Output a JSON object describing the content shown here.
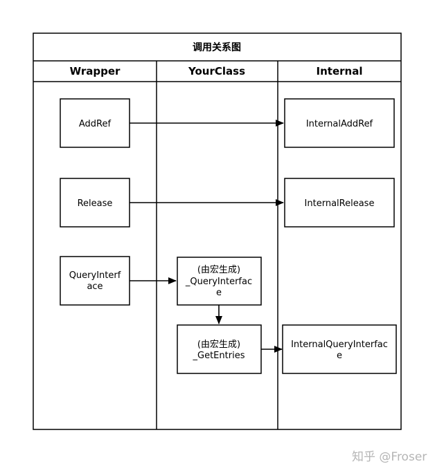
{
  "diagram": {
    "title": "调用关系图",
    "lanes": [
      "Wrapper",
      "YourClass",
      "Internal"
    ],
    "nodes": {
      "addref": [
        "AddRef"
      ],
      "release": [
        "Release"
      ],
      "queryinterface": [
        "QueryInterf",
        "ace"
      ],
      "macro_queryinterface": [
        "(由宏生成)",
        "_QueryInterfac",
        "e"
      ],
      "macro_getentries": [
        "(由宏生成)",
        "_GetEntries"
      ],
      "internal_addref": [
        "InternalAddRef"
      ],
      "internal_release": [
        "InternalRelease"
      ],
      "internal_queryinterface": [
        "InternalQueryInterfac",
        "e"
      ]
    },
    "edges": [
      {
        "from": "addref",
        "to": "internal_addref"
      },
      {
        "from": "release",
        "to": "internal_release"
      },
      {
        "from": "queryinterface",
        "to": "macro_queryinterface"
      },
      {
        "from": "macro_queryinterface",
        "to": "macro_getentries"
      },
      {
        "from": "macro_getentries",
        "to": "internal_queryinterface"
      }
    ]
  },
  "watermark": "知乎 @Froser"
}
